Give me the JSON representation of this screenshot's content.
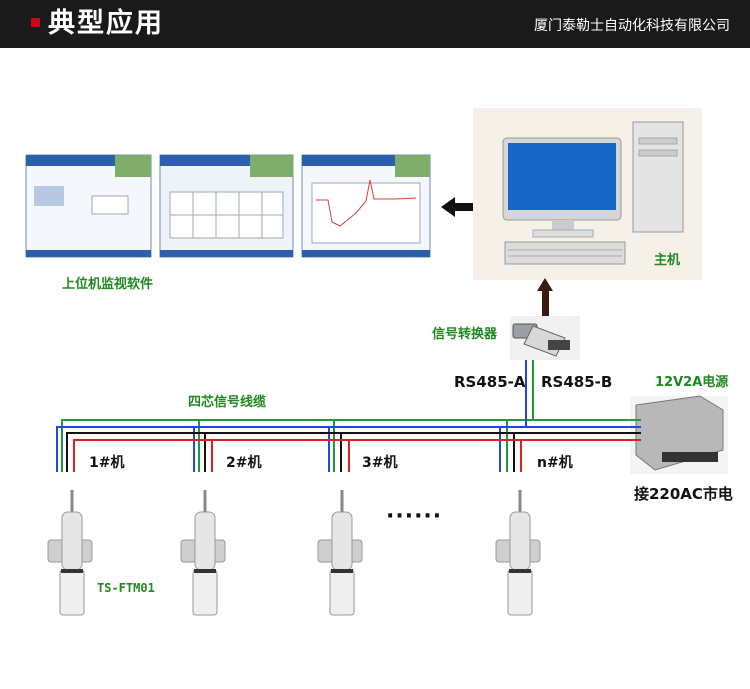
{
  "header": {
    "title": "典型应用",
    "company": "厦门泰勒士自动化科技有限公司"
  },
  "labels": {
    "monitor_software": "上位机监视软件",
    "host": "主机",
    "converter": "信号转换器",
    "rs485_a": "RS485-A",
    "rs485_b": "RS485-B",
    "cable": "四芯信号线缆",
    "power_supply": "12V2A电源",
    "mains": "接220AC市电",
    "model": "TS-FTM01",
    "ellipsis": "······"
  },
  "sensors": [
    {
      "label": "1#机"
    },
    {
      "label": "2#机"
    },
    {
      "label": "3#机"
    },
    {
      "label": "n#机"
    }
  ],
  "colors": {
    "wire_green": "#1e9a3c",
    "wire_blue": "#2347d6",
    "wire_black": "#111111",
    "wire_red": "#e0201c",
    "label_green": "#1f8a1f",
    "banner_bg": "#1a1a1a",
    "banner_bullet": "#d0021b"
  }
}
